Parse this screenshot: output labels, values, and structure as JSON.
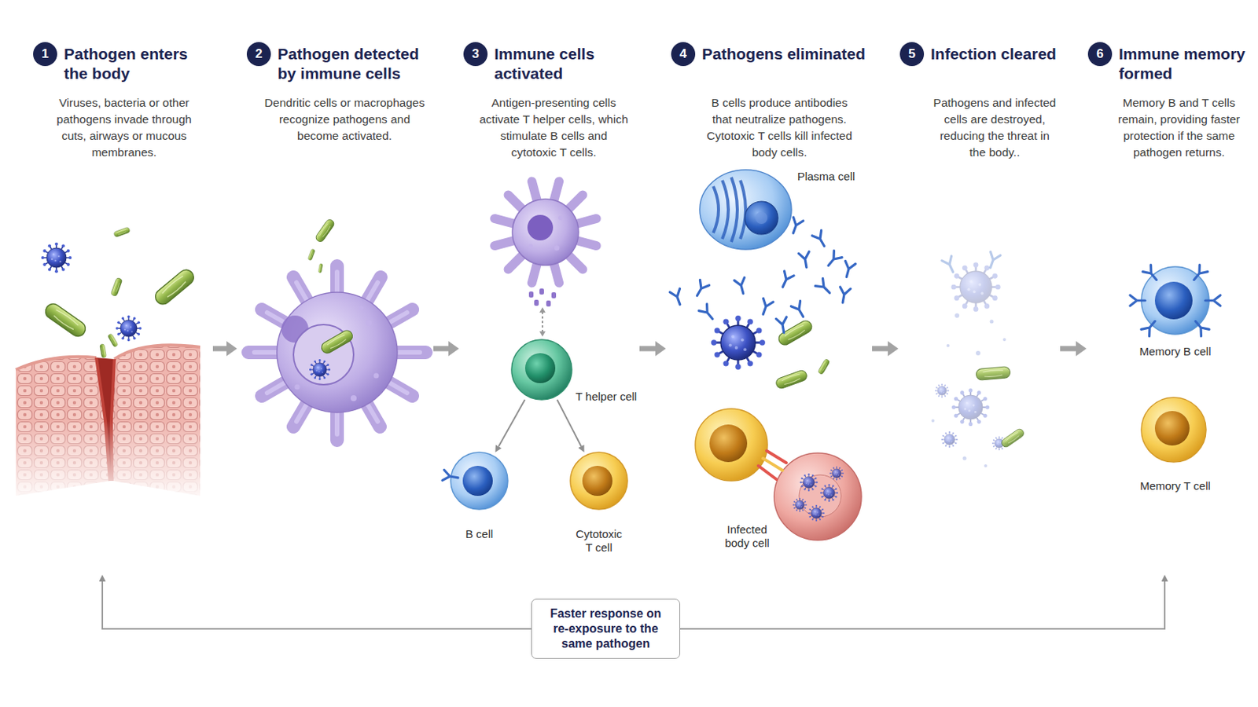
{
  "diagram": {
    "nodes": [
      {
        "text": [
          "Pathogen enters the body",
          "Viruses, bacteria or other pathogens invade through cuts, airways or mucous membranes."
        ]
      },
      {
        "text": [
          "Pathogen detected by immune cells",
          "Dendritic cells or macrophages recognize pathogens and become activated."
        ]
      },
      {
        "text": [
          "Immune cells activated",
          "Antigen-presenting cells activate T helper cells, which stimulate B cells and cytotoxic T cells."
        ]
      },
      {
        "text": [
          "T helper cell"
        ],
        "in": 2
      },
      {
        "text": [
          "B cell"
        ],
        "in": 2
      },
      {
        "text": [
          "Cytotoxic T cell"
        ],
        "in": 2
      },
      {
        "text": [
          "Pathogens eliminated",
          "B cells produce antibodies that neutralize pathogens. Cytotoxic T cells kill infected body cells."
        ]
      },
      {
        "text": [
          "Plasma cell"
        ],
        "in": 6
      },
      {
        "text": [
          "Infected body cell"
        ],
        "in": 6
      },
      {
        "text": [
          "Infection cleared",
          "Pathogens and infected cells are destroyed, reducing the threat in the body.."
        ]
      },
      {
        "text": [
          "Immune memory formed",
          "Memory B and T cells remain, providing faster protection if the same pathogen returns."
        ]
      },
      {
        "text": [
          "Memory B cell"
        ],
        "in": 10
      },
      {
        "text": [
          "Memory T cell"
        ],
        "in": 10
      },
      {
        "text": [
          "Faster response on re-exposure to the same pathogen"
        ]
      }
    ],
    "edges": [
      {
        "from": 0,
        "to": 1,
        "arrow": "to"
      },
      {
        "from": 1,
        "to": 2,
        "arrow": "to"
      },
      {
        "from": 2,
        "to": 6,
        "arrow": "to"
      },
      {
        "from": 6,
        "to": 9,
        "arrow": "to"
      },
      {
        "from": 9,
        "to": 10,
        "arrow": "to"
      },
      {
        "from": 3,
        "to": 4,
        "arrow": "to"
      },
      {
        "from": 3,
        "to": 5,
        "arrow": "to"
      },
      {
        "from": 13,
        "to": 0,
        "arrow": "to"
      },
      {
        "from": 13,
        "to": 10,
        "arrow": "to"
      }
    ],
    "labels": [
      "1",
      "2",
      "3",
      "4",
      "5",
      "6"
    ]
  }
}
